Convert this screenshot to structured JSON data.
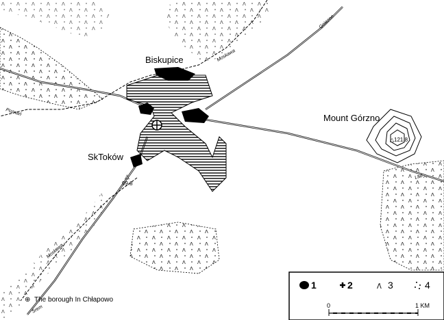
{
  "places": {
    "biskupice": "Biskupice",
    "mount_gorzno": "Mount Górzno",
    "skokow": "SkToków"
  },
  "elevations": {
    "gorzno": "121.8",
    "skokow": "99.8"
  },
  "roads": {
    "gniezno": "Gniezno",
    "poznan": "Poznań",
    "moskawa_top": "Moskawa",
    "moskawa_bottom": "Moskawa",
    "lad": "Lad",
    "srem": "Śrem"
  },
  "legend": {
    "items": [
      {
        "num": "1",
        "icon": "black-blob-icon"
      },
      {
        "num": "2",
        "icon": "cross-icon"
      },
      {
        "num": "3",
        "icon": "deciduous-tree-icon"
      },
      {
        "num": "4",
        "icon": "dots-icon"
      }
    ],
    "scale": {
      "start": "0",
      "end": "1 KM"
    }
  },
  "footnote": {
    "symbol": "⊕",
    "text": "The borough In Chłapowo"
  }
}
